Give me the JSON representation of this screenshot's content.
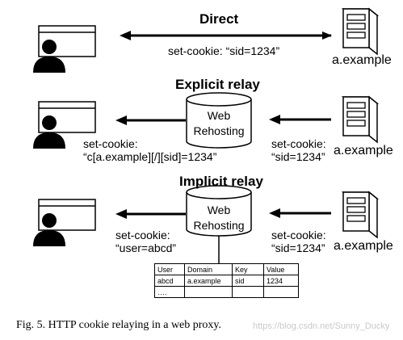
{
  "sections": {
    "direct": {
      "title": "Direct",
      "arrow_label": "set-cookie: “sid=1234”",
      "host": "a.example"
    },
    "explicit": {
      "title": "Explicit relay",
      "proxy_label_line1": "Web",
      "proxy_label_line2": "Rehosting",
      "left_label_line1": "set-cookie:",
      "left_label_line2": "“c[a.example][/][sid]=1234”",
      "right_label_line1": "set-cookie:",
      "right_label_line2": "“sid=1234”",
      "host": "a.example"
    },
    "implicit": {
      "title": "Implicit relay",
      "proxy_label_line1": "Web",
      "proxy_label_line2": "Rehosting",
      "left_label_line1": "set-cookie:",
      "left_label_line2": "“user=abcd”",
      "right_label_line1": "set-cookie:",
      "right_label_line2": "“sid=1234”",
      "host": "a.example"
    }
  },
  "table": {
    "headers": [
      "User",
      "Domain",
      "Key",
      "Value"
    ],
    "rows": [
      [
        "abcd",
        "a.example",
        "sid",
        "1234"
      ],
      [
        "….",
        "",
        "",
        ""
      ]
    ]
  },
  "caption": "Fig. 5.   HTTP cookie relaying in a web proxy.",
  "watermark": "https://blog.csdn.net/Sunny_Ducky"
}
